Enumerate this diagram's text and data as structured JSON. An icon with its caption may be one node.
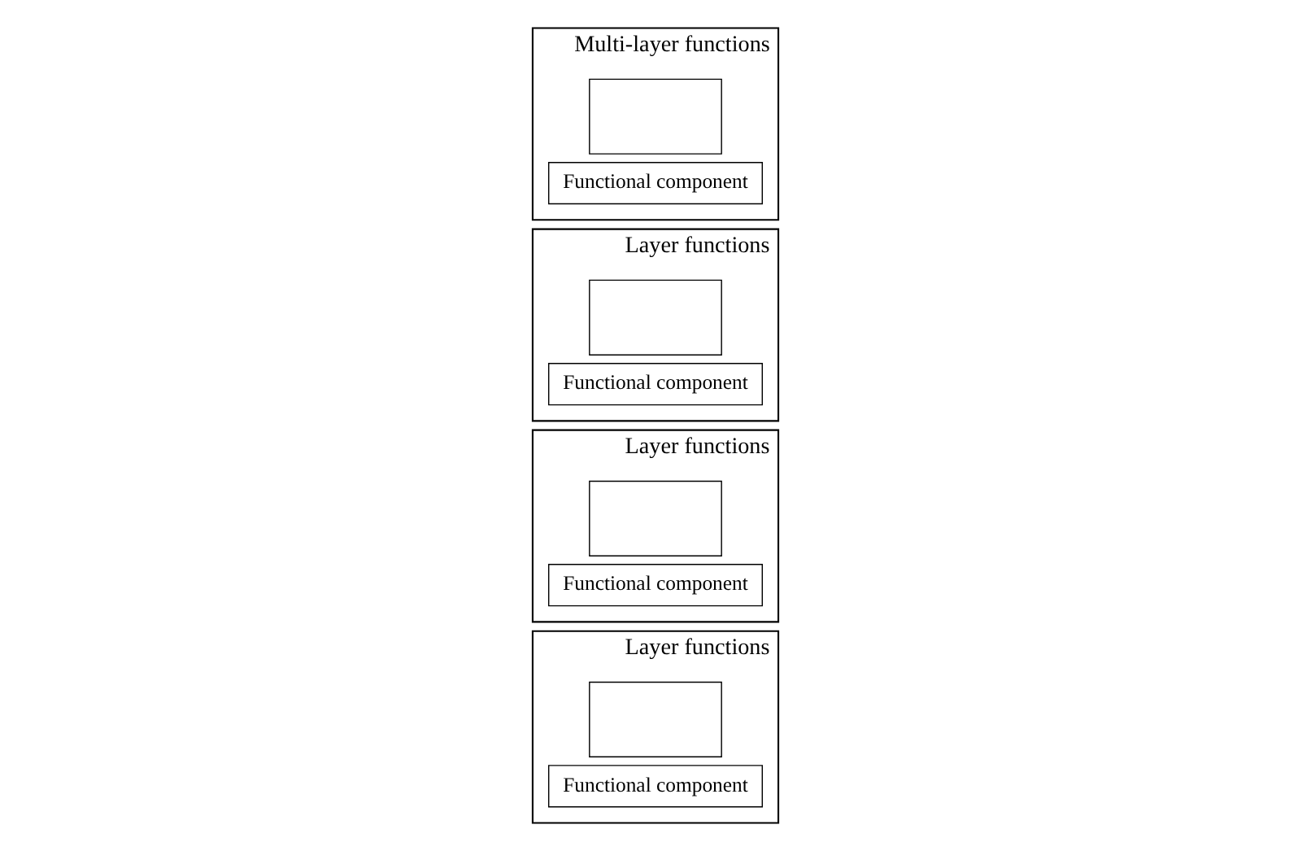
{
  "diagram": {
    "nodes": [
      {
        "text": [
          "Layer functions"
        ]
      },
      {
        "text": [],
        "shape": "box",
        "in": 0
      },
      {
        "text": [
          "Functional component"
        ],
        "in": 0
      },
      {
        "text": [
          "Layer functions"
        ]
      },
      {
        "text": [],
        "shape": "box",
        "in": 3
      },
      {
        "text": [
          "Functional component"
        ],
        "in": 3
      },
      {
        "text": [
          "Layer functions"
        ]
      },
      {
        "text": [],
        "shape": "box",
        "in": 6
      },
      {
        "text": [
          "Functional component"
        ],
        "in": 6
      },
      {
        "text": [
          "Multi-layer functions"
        ]
      },
      {
        "text": [],
        "shape": "box",
        "in": 9
      },
      {
        "text": [
          "Functional component"
        ],
        "in": 9
      }
    ]
  }
}
